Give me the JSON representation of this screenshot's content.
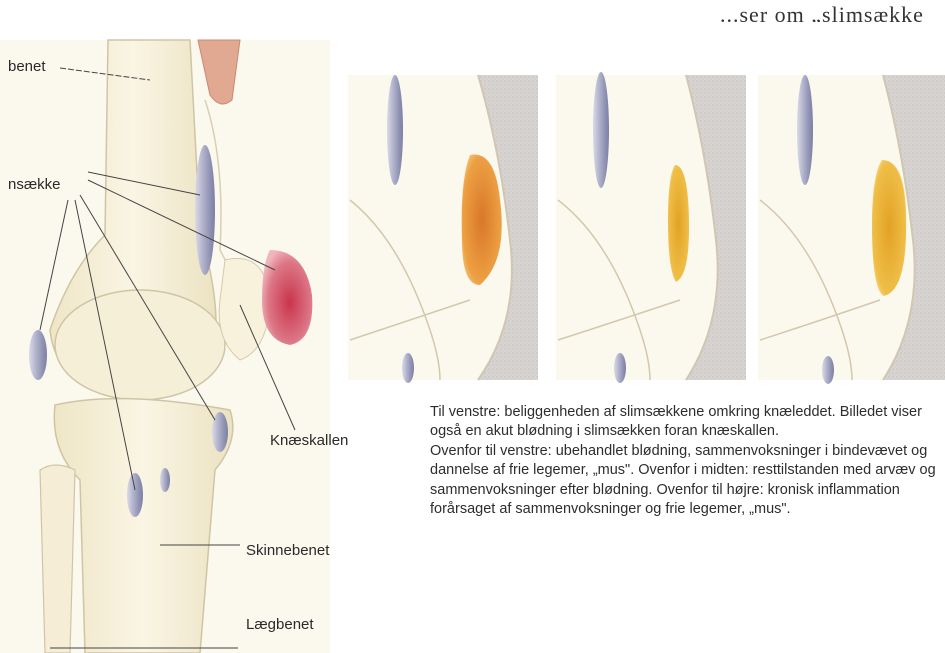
{
  "header": {
    "cut_text": "...ser om „slimsække"
  },
  "labels": {
    "laarbenet": "benet",
    "slimsaekke": "nsække",
    "knaeskallen": "Knæskallen",
    "skinnebenet": "Skinnebenet",
    "laegbenet": "Lægbenet"
  },
  "caption": {
    "paragraph_1": "Til venstre: beliggenheden af slimsækkene omkring knæleddet. Billedet viser også en akut blødning i slimsækken foran knæskallen.",
    "paragraph_2": "Ovenfor til venstre: ubehandlet blødning, sammenvoksninger i bindevævet og dannelse af frie legemer, „mus\". Ovenfor i midten: resttilstanden med arvæv og sammenvoksninger efter blødning. Ovenfor til højre: kronisk inflammation forårsaget af sammenvoksninger og frie legemer, „mus\"."
  },
  "colors": {
    "bone": "#f3ecd4",
    "bone_outline": "#c9bf9e",
    "bursa_blue": "#a9abc6",
    "bursa_red": "#d66a78",
    "bursa_orange": "#e79a33",
    "bursa_yellow": "#e9b53a",
    "hatch_gray": "#d3cfcc",
    "muscle": "#d99a86"
  },
  "icons": {
    "main_illustration": "knee-joint-anatomy-illustration",
    "panel_left": "bursa-untreated-bleeding-illustration",
    "panel_middle": "bursa-residual-scar-illustration",
    "panel_right": "bursa-chronic-inflammation-illustration"
  }
}
